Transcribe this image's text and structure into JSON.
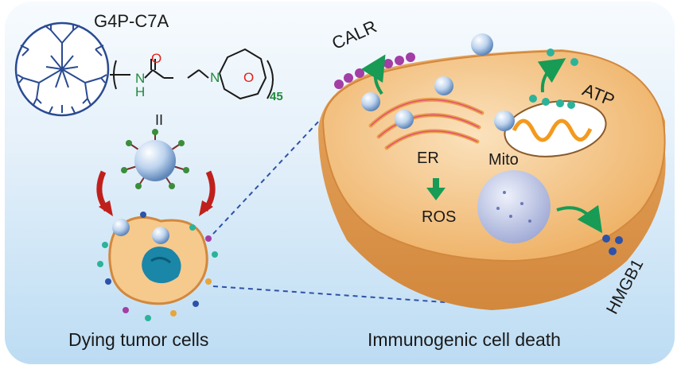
{
  "figure": {
    "title": "G4P-C7A",
    "equals_symbol": "II",
    "left_caption": "Dying tumor cells",
    "right_caption": "Immunogenic cell death"
  },
  "structure": {
    "atom_o_carbonyl": "O",
    "atom_o_ester": "O",
    "atom_n_ring": "N",
    "atom_nh": "N\nH",
    "repeat_count": "45"
  },
  "cell_labels": {
    "calr": "CALR",
    "atp": "ATP",
    "er": "ER",
    "mito": "Mito",
    "ros": "ROS",
    "hmgb1": "HMGB1"
  },
  "colors": {
    "calr_dot": "#a33ea6",
    "atp_dot": "#2bb39a",
    "hmgb1_dot": "#2d52a8",
    "green_arrow": "#179b55",
    "red_arrow": "#c0201c",
    "cell_fill": "#f6c98c",
    "nucleus": "#1a86a8"
  }
}
